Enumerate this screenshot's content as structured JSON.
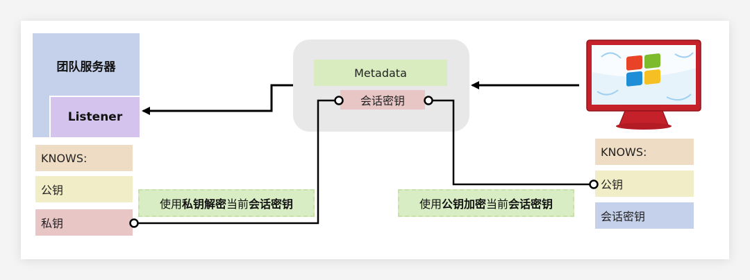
{
  "server": {
    "title": "团队服务器",
    "listener": "Listener",
    "knows_label": "KNOWS:",
    "public_key": "公钥",
    "private_key": "私钥"
  },
  "metadata": {
    "title": "Metadata",
    "session_key": "会话密钥"
  },
  "client": {
    "knows_label": "KNOWS:",
    "public_key": "公钥",
    "session_key": "会话密钥",
    "icon": "windows-monitor-icon"
  },
  "notes": {
    "left": {
      "part1": "使用",
      "bold1": "私钥解密",
      "part2": "当前",
      "bold2": "会话密钥"
    },
    "right": {
      "part1": "使用",
      "bold1": "公钥加密",
      "part2": "当前",
      "bold2": "会话密钥"
    }
  },
  "colors": {
    "server_bg": "#c5d1ea",
    "listener_bg": "#d4c3ec",
    "knows_bg": "#efdcc4",
    "public_key_bg": "#f1edc6",
    "private_key_bg": "#e8c6c6",
    "session_key_bg": "#c5d1ea",
    "metadata_bg": "#d9ecc0",
    "note_bg": "#d9edc4",
    "monitor": "#d9323a"
  }
}
